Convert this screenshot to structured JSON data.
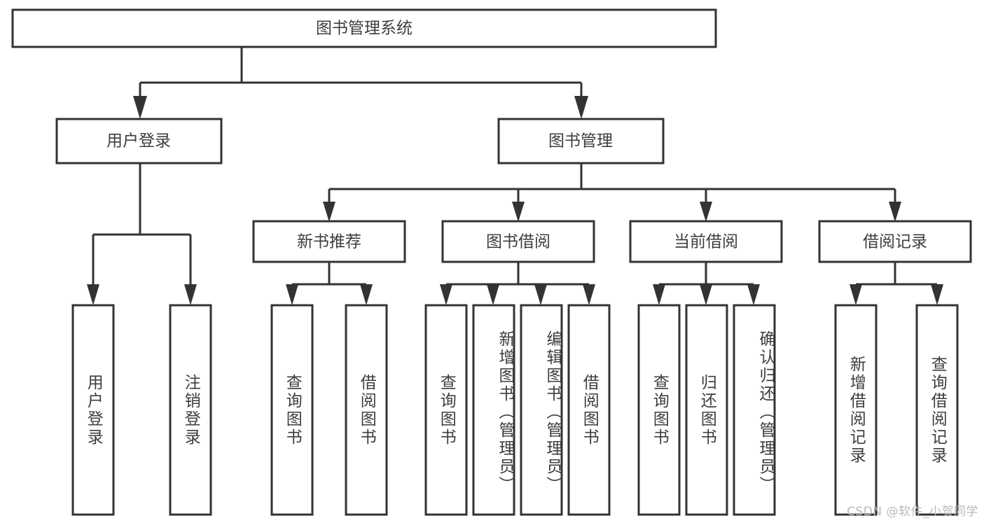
{
  "diagram": {
    "title": "图书管理系统",
    "type": "tree-hierarchy",
    "root": {
      "label": "图书管理系统"
    },
    "level2": [
      {
        "label": "用户登录"
      },
      {
        "label": "图书管理"
      }
    ],
    "level3": [
      {
        "label": "新书推荐"
      },
      {
        "label": "图书借阅"
      },
      {
        "label": "当前借阅"
      },
      {
        "label": "借阅记录"
      }
    ],
    "leaves": {
      "user_login": [
        {
          "label": "用户登录"
        },
        {
          "label": "注销登录"
        }
      ],
      "new_book_recommend": [
        {
          "label": "查询图书"
        },
        {
          "label": "借阅图书"
        }
      ],
      "book_borrow": [
        {
          "label": "查询图书"
        },
        {
          "label": "新增图书（管理员）"
        },
        {
          "label": "编辑图书（管理员）"
        },
        {
          "label": "借阅图书"
        }
      ],
      "current_borrow": [
        {
          "label": "查询图书"
        },
        {
          "label": "归还图书"
        },
        {
          "label": "确认归还（管理员）"
        }
      ],
      "borrow_records": [
        {
          "label": "新增借阅记录"
        },
        {
          "label": "查询借阅记录"
        }
      ]
    }
  },
  "watermark": {
    "text": "CSDN @软件_小贺同学"
  },
  "colors": {
    "box_stroke": "#333333",
    "box_fill": "#ffffff",
    "text": "#3d3d3d",
    "watermark": "#b9b9b9",
    "background": "#ffffff"
  }
}
